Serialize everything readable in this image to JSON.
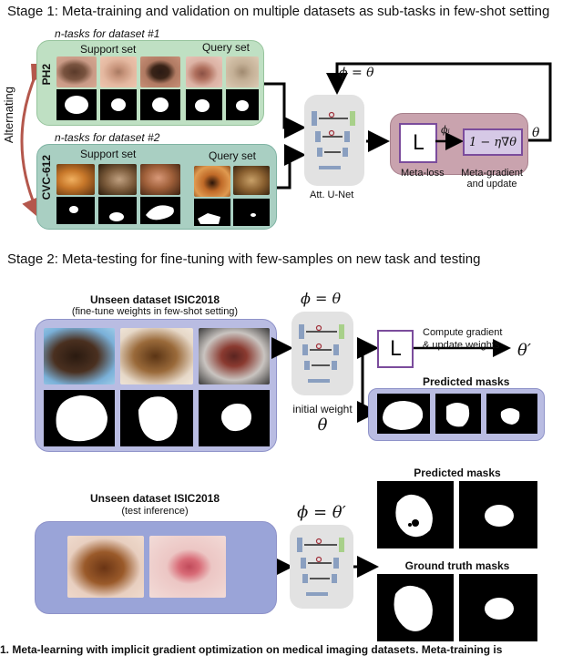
{
  "stage1": {
    "title": "Stage 1: Meta-training and validation on multiple datasets as sub-tasks in few-shot setting",
    "alternating": "Alternating",
    "dataset1": {
      "tasks_label": "n-tasks for dataset #1",
      "name": "PH2",
      "support": "Support set",
      "query": "Query set"
    },
    "dataset2": {
      "tasks_label": "n-tasks for dataset #2",
      "name": "CVC-612",
      "support": "Support set",
      "query": "Query set"
    },
    "unet_label": "Att. U-Net",
    "phi_eq_theta": "ϕ = θ",
    "meta_loss_symbol": "L",
    "phi_i": "ϕᵢ",
    "update_formula": "1 − η∇θ",
    "theta": "θ",
    "meta_loss_label": "Meta-loss",
    "meta_gradient_label": "Meta-gradient\nand update"
  },
  "stage2": {
    "title": "Stage 2: Meta-testing for fine-tuning with few-samples on new task and testing",
    "finetune": {
      "title": "Unseen dataset ISIC2018",
      "subtitle": "(fine-tune weights in few-shot setting)",
      "phi_eq_theta": "ϕ = θ",
      "initial_weight": "initial weight",
      "theta": "θ",
      "loss_symbol": "L",
      "compute_gradient": "Compute gradient\n& update weights",
      "theta_prime": "θ′",
      "predicted_masks": "Predicted masks"
    },
    "test": {
      "title": "Unseen dataset ISIC2018",
      "subtitle": "(test inference)",
      "phi_eq_theta_prime": "ϕ = θ′",
      "predicted_masks": "Predicted masks",
      "ground_truth_masks": "Ground truth masks"
    }
  },
  "caption_fragment": "1. Meta-learning with implicit gradient optimization on medical imaging datasets. Meta-training is"
}
